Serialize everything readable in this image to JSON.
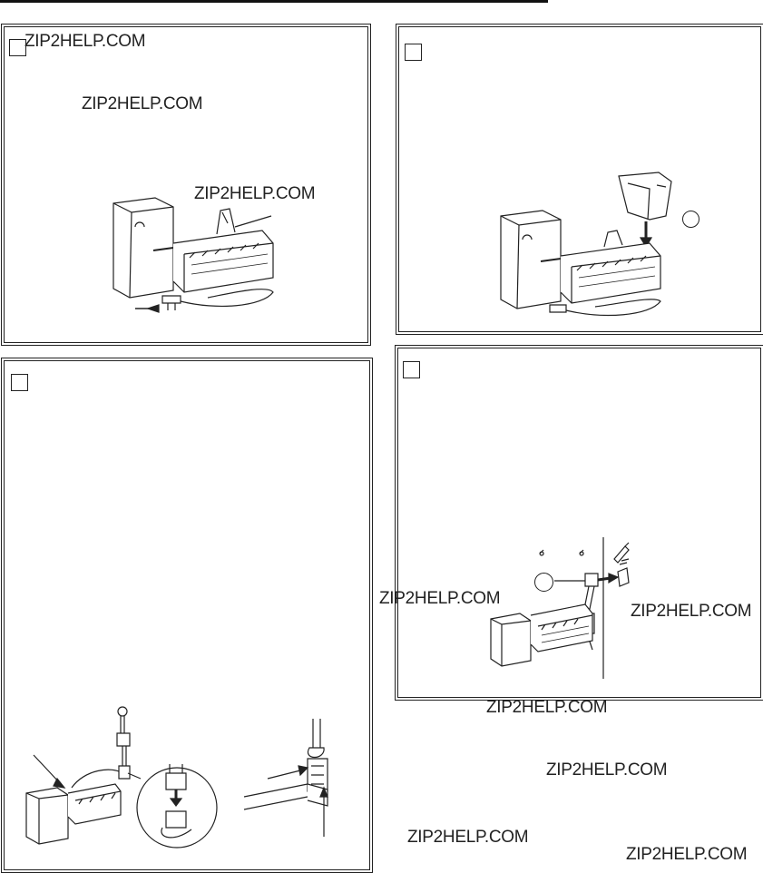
{
  "watermarks": [
    "ZIP2HELP.COM",
    "ZIP2HELP.COM",
    "ZIP2HELP.COM",
    "ZIP2HELP.COM",
    "ZIP2HELP.COM",
    "ZIP2HELP.COM",
    "ZIP2HELP.COM",
    "ZIP2HELP.COM",
    "ZIP2HELP.COM"
  ],
  "colors": {
    "ink": "#222222",
    "paper": "#ffffff"
  }
}
